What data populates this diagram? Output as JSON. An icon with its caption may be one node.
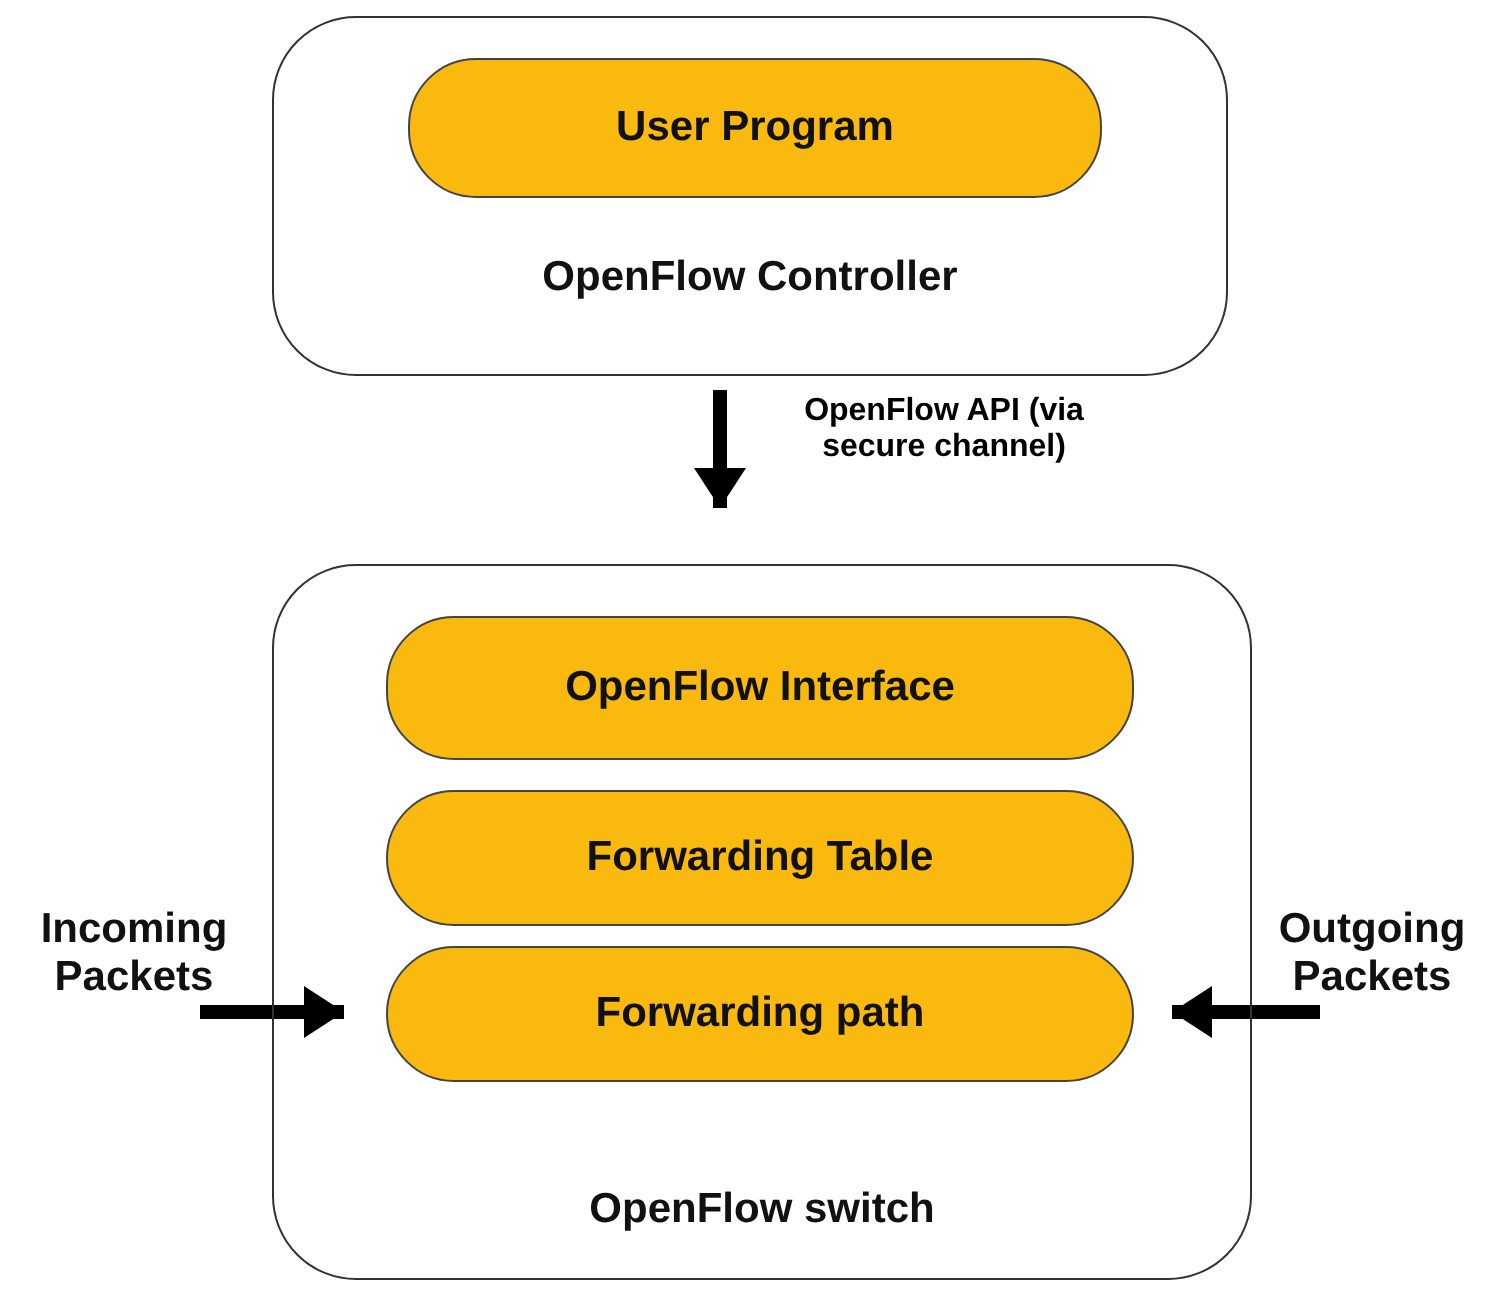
{
  "diagram": {
    "nodes": [
      {
        "text": [
          "OpenFlow Controller"
        ]
      },
      {
        "text": [
          "User Program"
        ],
        "in": 0
      },
      {
        "text": [
          "OpenFlow switch"
        ]
      },
      {
        "text": [
          "OpenFlow Interface"
        ],
        "in": 2
      },
      {
        "text": [
          "Forwarding Table"
        ],
        "in": 2
      },
      {
        "text": [
          "Forwarding path"
        ],
        "in": 2
      },
      {
        "text": [
          "Incoming Packets"
        ]
      },
      {
        "text": [
          "Outgoing Packets"
        ]
      }
    ],
    "edges": [
      {
        "from": 0,
        "to": 2,
        "arrow": "to",
        "label": "OpenFlow API (via secure channel)"
      },
      {
        "from": 6,
        "to": 5,
        "arrow": "to"
      },
      {
        "from": 7,
        "to": 5,
        "arrow": "to"
      }
    ]
  }
}
